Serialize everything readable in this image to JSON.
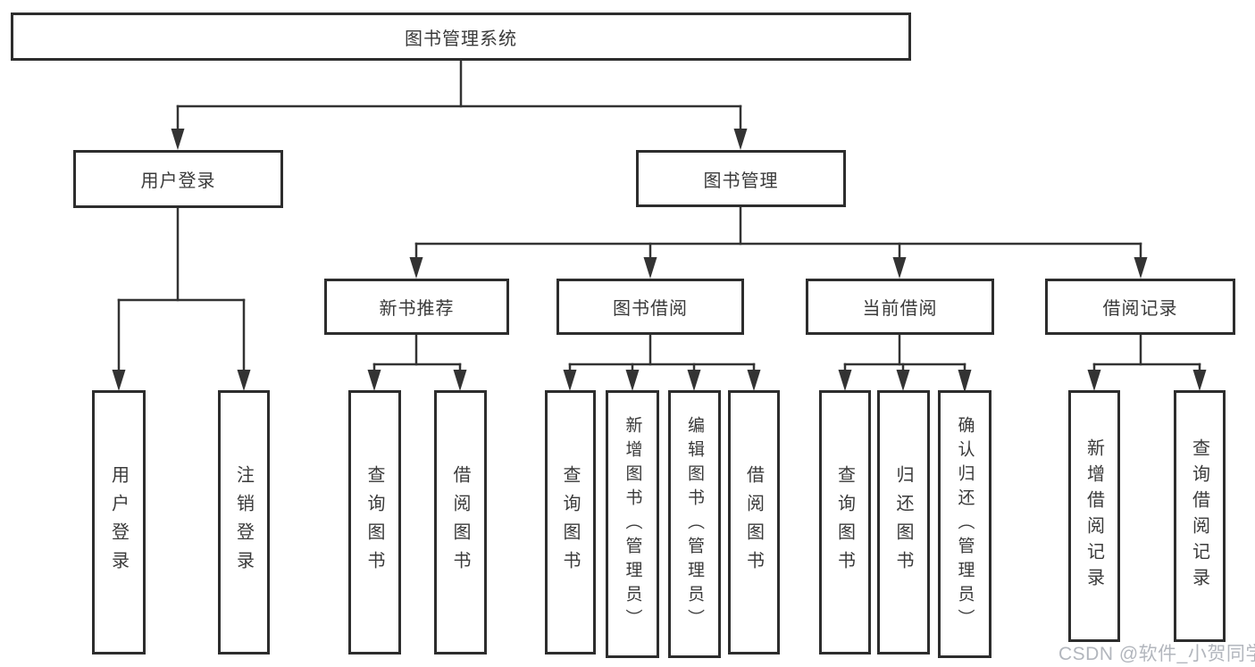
{
  "title": "图书管理系统",
  "watermark": "CSDN @软件_小贺同学",
  "colors": {
    "line": "#333333",
    "box_border": "#2d2d2d",
    "text": "#3a3a3a",
    "watermark": "#b2b6bd",
    "background": "#ffffff"
  },
  "nodes": {
    "root": "图书管理系统",
    "user_login_group": "用户登录",
    "book_mgmt_group": "图书管理",
    "new_book_rec": "新书推荐",
    "book_borrow": "图书借阅",
    "current_borrow": "当前借阅",
    "borrow_records": "借阅记录",
    "leaf_user_login": "用户登录",
    "leaf_logout": "注销登录",
    "leaf_query_book_1": "查询图书",
    "leaf_borrow_book_1": "借阅图书",
    "leaf_query_book_2": "查询图书",
    "leaf_add_book": "新增图书（管理员）",
    "leaf_edit_book": "编辑图书（管理员）",
    "leaf_borrow_book_2": "借阅图书",
    "leaf_query_book_3": "查询图书",
    "leaf_return_book": "归还图书",
    "leaf_confirm_return": "确认归还（管理员）",
    "leaf_add_borrow_record": "新增借阅记录",
    "leaf_query_borrow_record": "查询借阅记录"
  },
  "hierarchy": {
    "图书管理系统": {
      "用户登录": [
        "用户登录",
        "注销登录"
      ],
      "图书管理": {
        "新书推荐": [
          "查询图书",
          "借阅图书"
        ],
        "图书借阅": [
          "查询图书",
          "新增图书（管理员）",
          "编辑图书（管理员）",
          "借阅图书"
        ],
        "当前借阅": [
          "查询图书",
          "归还图书",
          "确认归还（管理员）"
        ],
        "借阅记录": [
          "新增借阅记录",
          "查询借阅记录"
        ]
      }
    }
  }
}
